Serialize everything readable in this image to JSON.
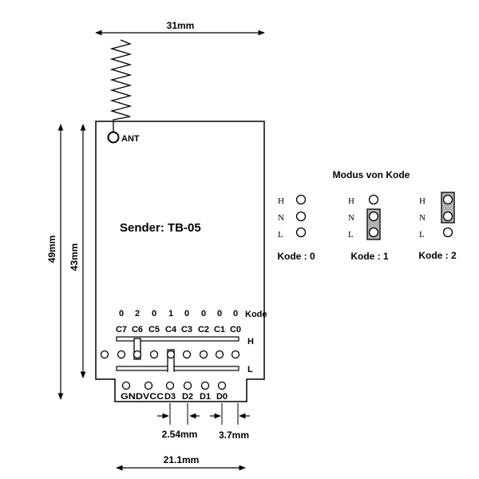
{
  "board": {
    "title": "Sender: TB-05",
    "antenna_label": "ANT"
  },
  "dimensions": {
    "top_width": "31mm",
    "height_outer": "49mm",
    "height_inner": "43mm",
    "pin_pitch": "2.54mm",
    "pin_edge": "3.7mm",
    "bottom_width": "21.1mm"
  },
  "code_row": {
    "values": [
      "0",
      "2",
      "0",
      "1",
      "0",
      "0",
      "0",
      "0"
    ],
    "label": "Kode"
  },
  "jumper_columns": [
    "C7",
    "C6",
    "C5",
    "C4",
    "C3",
    "C2",
    "C1",
    "C0"
  ],
  "rail_labels": {
    "high": "H",
    "low": "L"
  },
  "output_pins": [
    "GND",
    "VCC",
    "D3",
    "D2",
    "D1",
    "D0"
  ],
  "modus": {
    "title": "Modus von Kode",
    "rows": [
      "H",
      "N",
      "L"
    ],
    "settings": [
      {
        "label": "Kode : 0"
      },
      {
        "label": "Kode : 1"
      },
      {
        "label": "Kode : 2"
      }
    ]
  },
  "colors": {
    "line": "#000000",
    "jumper_fill": "#b3b3b3",
    "background": "#ffffff"
  }
}
